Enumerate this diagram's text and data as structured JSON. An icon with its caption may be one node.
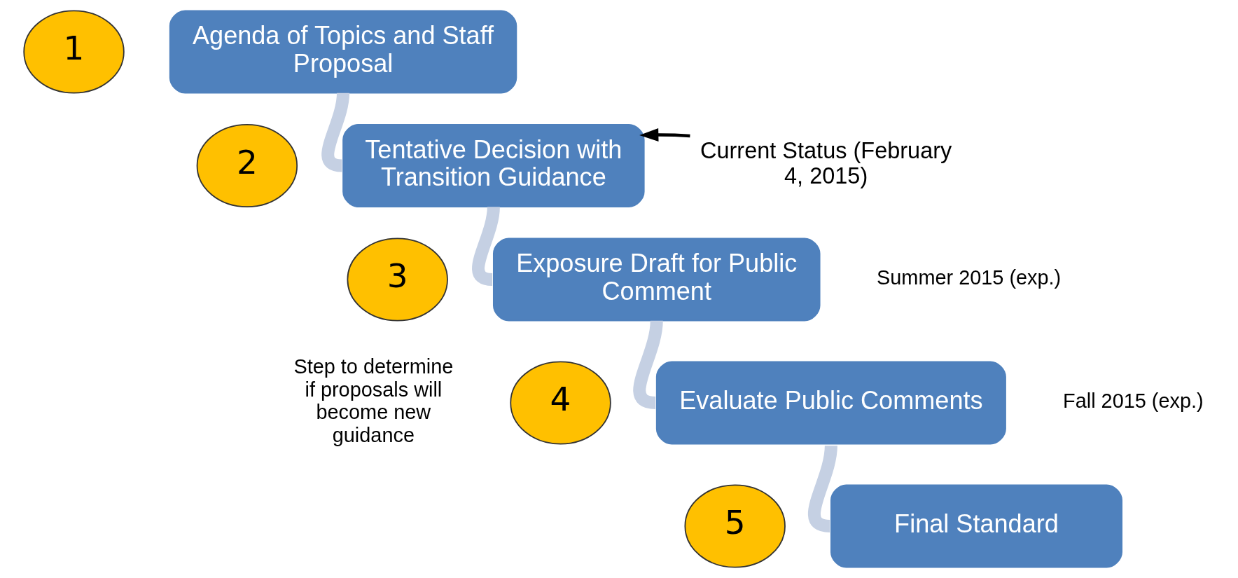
{
  "diagram": {
    "nodes": [
      {
        "text": [
          "1"
        ]
      },
      {
        "text": [
          "Agenda of Topics and Staff Proposal"
        ]
      },
      {
        "text": [
          "2"
        ]
      },
      {
        "text": [
          "Tentative Decision with Transition Guidance"
        ]
      },
      {
        "text": [
          "Current Status (February 4, 2015)"
        ]
      },
      {
        "text": [
          "3"
        ]
      },
      {
        "text": [
          "Exposure Draft for Public Comment"
        ],
        "beside": [
          "Summer 2015 (exp.)"
        ]
      },
      {
        "text": [
          "4"
        ]
      },
      {
        "text": [
          "Evaluate Public Comments"
        ],
        "beside": [
          "Fall 2015 (exp.)"
        ]
      },
      {
        "text": [
          "5"
        ]
      },
      {
        "text": [
          "Final Standard"
        ]
      }
    ],
    "edges": [
      {
        "from": 1,
        "to": 3,
        "arrow": "none"
      },
      {
        "from": 3,
        "to": 6,
        "arrow": "none"
      },
      {
        "from": 6,
        "to": 8,
        "arrow": "none"
      },
      {
        "from": 8,
        "to": 10,
        "arrow": "none"
      },
      {
        "from": 4,
        "to": 3,
        "arrow": "to",
        "color": "#000000"
      }
    ],
    "labels": [
      "Step to determine if proposals will become new guidance"
    ]
  }
}
